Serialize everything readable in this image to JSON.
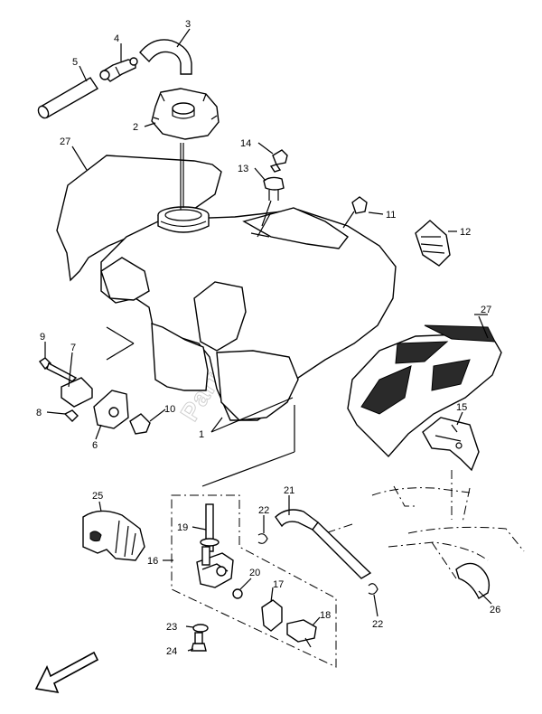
{
  "watermark": "PartsRepublik",
  "callouts": {
    "c1": "1",
    "c2": "2",
    "c3": "3",
    "c4": "4",
    "c5": "5",
    "c6": "6",
    "c7": "7",
    "c8": "8",
    "c9": "9",
    "c10": "10",
    "c11": "11",
    "c12": "12",
    "c13": "13",
    "c14": "14",
    "c15": "15",
    "c16": "16",
    "c17": "17",
    "c18": "18",
    "c19": "19",
    "c20": "20",
    "c21": "21",
    "c22a": "22",
    "c22b": "22",
    "c23": "23",
    "c24": "24",
    "c25": "25",
    "c26": "26",
    "c27a": "27",
    "c27b": "27"
  },
  "icons": {
    "front_arrow": "front-direction-arrow-icon",
    "logo_seal": "gear-seal-icon"
  }
}
